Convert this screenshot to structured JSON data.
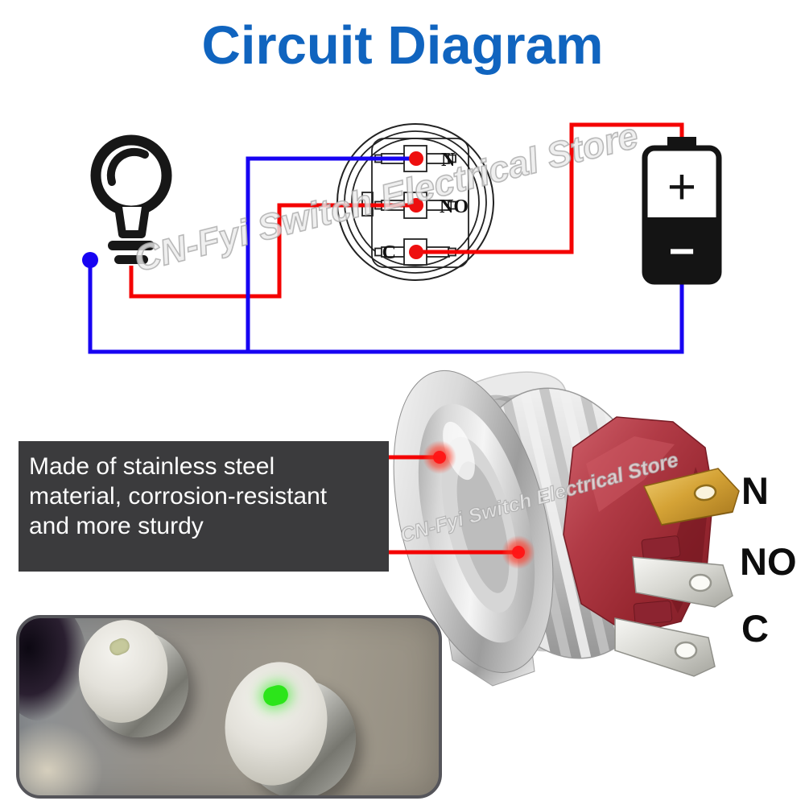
{
  "title": {
    "text": "Circuit Diagram",
    "color": "#1064bf"
  },
  "watermark": {
    "text": "CN-Fyi Switch Electrical Store"
  },
  "circuit": {
    "switch_terminals": [
      {
        "label": "N"
      },
      {
        "label": "NO"
      },
      {
        "label": "C"
      }
    ],
    "battery": {
      "positive_symbol": "+",
      "negative_symbol": "−"
    },
    "colors": {
      "wire_live": "#f40202",
      "wire_neutral": "#1703f2",
      "terminal_dot": "#ee0f0f"
    }
  },
  "info_box": {
    "lines": [
      "Made of stainless steel",
      "material, corrosion-resistant",
      "and more sturdy"
    ],
    "background": "#3b3b3d",
    "text_color": "#ffffff"
  },
  "product": {
    "terminal_labels": [
      {
        "label": "N"
      },
      {
        "label": "NO"
      },
      {
        "label": "C"
      }
    ],
    "callout_color": "#f40202",
    "housing_color": "#a62f3a"
  },
  "panel_photo": {
    "indicator_on_color": "#2ce51a",
    "indicator_off_color": "#c6c99c"
  }
}
